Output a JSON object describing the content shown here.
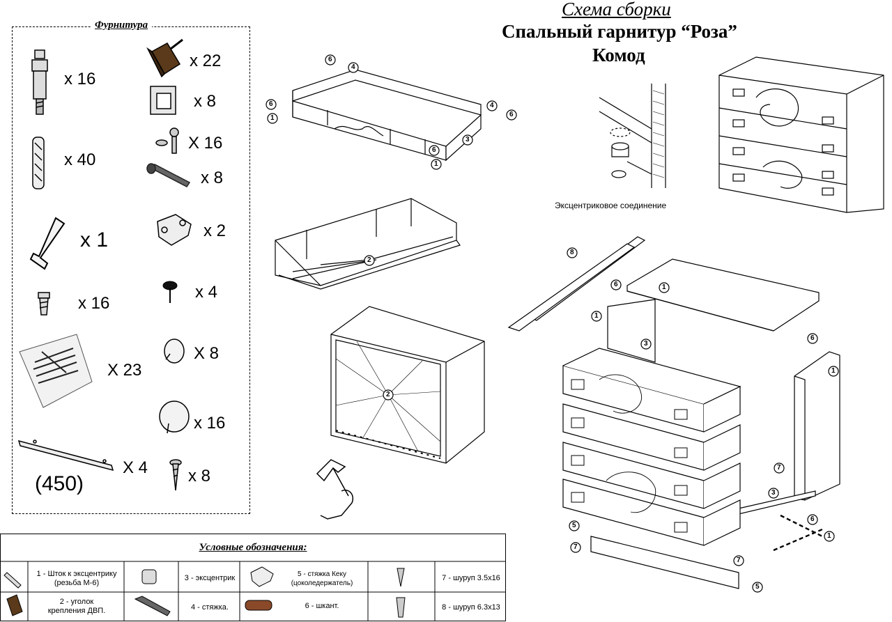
{
  "header": {
    "line1": "Схема сборки",
    "line2": "Спальный гарнитур “Роза”",
    "line3": "Комод"
  },
  "hardware": {
    "title": "Фурнитура",
    "items": [
      {
        "icon": "eccentric-rod-icon",
        "qty": "x  16"
      },
      {
        "icon": "dowel-icon",
        "qty": "x  40"
      },
      {
        "icon": "hex-key-icon",
        "qty": "x 1"
      },
      {
        "icon": "eccentric-icon",
        "qty": "x  16"
      },
      {
        "icon": "nail-bag-icon",
        "qty": "X  23"
      },
      {
        "icon": "drawer-runner-icon",
        "qty": "X  4"
      },
      {
        "icon": "corner-bracket-icon",
        "qty": "x 22"
      },
      {
        "icon": "handle-icon",
        "qty": "x  8"
      },
      {
        "icon": "tie-screw-icon",
        "qty": "X 16"
      },
      {
        "icon": "wood-screw-icon",
        "qty": "x  8"
      },
      {
        "icon": "shelf-support-icon",
        "qty": "x  2"
      },
      {
        "icon": "nail-head-icon",
        "qty": "x   4"
      },
      {
        "icon": "small-cap-icon",
        "qty": "X  8"
      },
      {
        "icon": "large-cap-icon",
        "qty": "x  16"
      },
      {
        "icon": "screw-icon",
        "qty": "x  8"
      }
    ],
    "runner_length": "(450)"
  },
  "caption_eccentric": "Эксцентриковое соединение",
  "callouts": [
    "1",
    "2",
    "3",
    "4",
    "5",
    "6",
    "7",
    "8"
  ],
  "legend": {
    "title": "Условные обозначения:",
    "items": [
      {
        "icon": "eccentric-rod-icon",
        "text": "1 - Шток к эксцентрику (резьба М-6)"
      },
      {
        "icon": "corner-bracket-icon",
        "text": "2 - уголок крепления ДВП."
      },
      {
        "icon": "eccentric-icon",
        "text": "3 - эксцентрик"
      },
      {
        "icon": "tie-screw-icon",
        "text": "4 - стяжка."
      },
      {
        "icon": "shelf-support-icon",
        "text": "5 - стяжка Кеку (цоколедержатель)"
      },
      {
        "icon": "dowel-icon",
        "text": "6 - шкант."
      },
      {
        "icon": "screw-icon",
        "text": "7 - шуруп 3.5х16"
      },
      {
        "icon": "large-screw-icon",
        "text": "8 - шуруп 6.3х13"
      }
    ]
  }
}
